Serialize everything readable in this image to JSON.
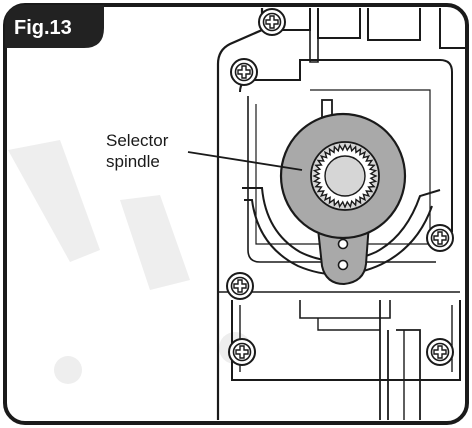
{
  "figure": {
    "label": "Fig.13",
    "label_background": "#222222"
  },
  "callout": {
    "line1": "Selector",
    "line2": "spindle"
  },
  "colors": {
    "frame_border": "#1a1a1a",
    "spindle_fill": "#a9a9a9",
    "spindle_core": "#d9d9d9",
    "watermark": "#e9e9e9"
  }
}
